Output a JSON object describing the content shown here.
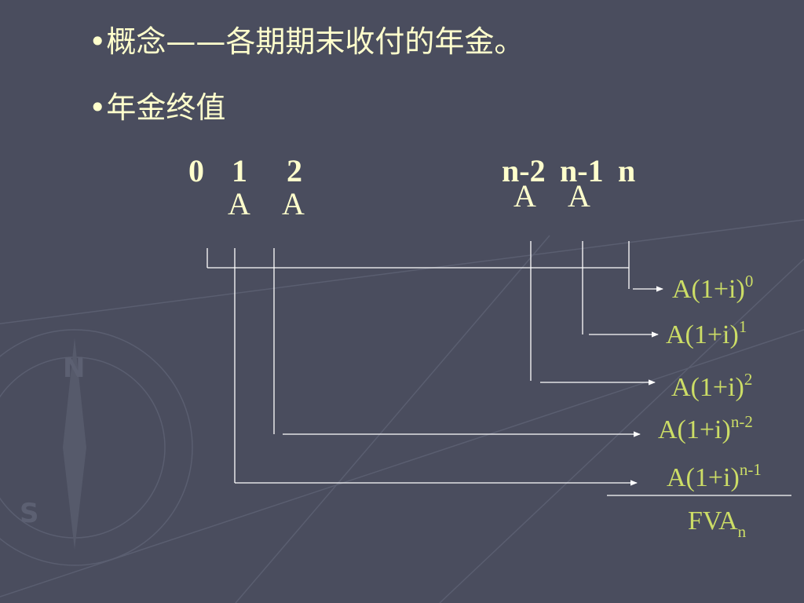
{
  "slide": {
    "bullets": [
      {
        "text": "•概念——各期期末收付的年金。"
      },
      {
        "text": "•年金终值"
      }
    ]
  },
  "timeline": {
    "labels": {
      "t0": "0",
      "t1": "1",
      "t2": "2",
      "tn2": "n-2",
      "tn1": "n-1",
      "tn": "n"
    },
    "payment_label": "A"
  },
  "formulas": [
    {
      "base": "A(1+i)",
      "exp": "0"
    },
    {
      "base": "A(1+i)",
      "exp": "1"
    },
    {
      "base": "A(1+i)",
      "exp": "2"
    },
    {
      "base": "A(1+i)",
      "exp": "n-2"
    },
    {
      "base": "A(1+i)",
      "exp": "n-1"
    }
  ],
  "total": {
    "base": "FVA",
    "sub": "n"
  },
  "colors": {
    "background": "#4a4d5e",
    "heading_text": "#ffffcc",
    "formula_text": "#ccdd66",
    "lines": "#ffffff"
  }
}
